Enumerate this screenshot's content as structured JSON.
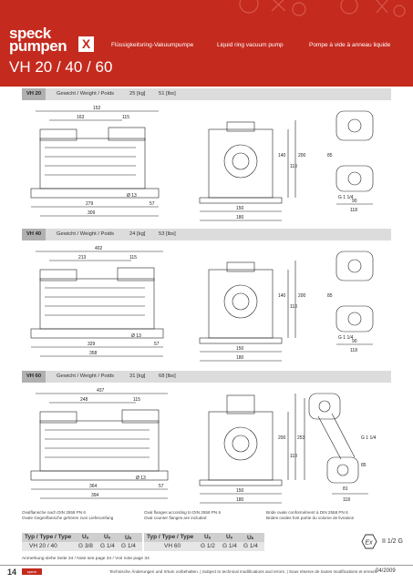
{
  "header": {
    "brand_line1": "speck",
    "brand_line2": "pumpen",
    "brand_mark": "X",
    "label_de": "Flüssigkeitsring-Vakuumpumpe",
    "label_en": "Liquid ring vacuum pump",
    "label_fr": "Pompe à vide à anneau liquide",
    "title": "VH 20 / 40 / 60",
    "accent_color": "#c42a1e"
  },
  "sections": [
    {
      "model": "VH 20",
      "weight_label": "Gewicht / Weight / Poids",
      "kg": "25 [kg]",
      "lbs": "51 [lbs]",
      "dims": {
        "top": "152",
        "w1": "163",
        "w2": "115",
        "b1": "279",
        "b2": "309",
        "b3": "57",
        "s": "Ø 13",
        "r": "180",
        "r2": "150",
        "h1": "200",
        "h2": "110",
        "h3": "140",
        "p": "G 1 1/4",
        "q": "90",
        "q2": "118",
        "q3": "85"
      }
    },
    {
      "model": "VH 40",
      "weight_label": "Gewicht / Weight / Poids",
      "kg": "24 [kg]",
      "lbs": "53 [lbs]",
      "dims": {
        "top": "402",
        "w1": "213",
        "w2": "115",
        "b1": "329",
        "b2": "358",
        "b3": "57",
        "s": "Ø 13",
        "r": "180",
        "r2": "150",
        "h1": "200",
        "h2": "110",
        "h3": "140",
        "p": "G 1 1/4",
        "q": "90",
        "q2": "118",
        "q3": "85"
      }
    },
    {
      "model": "VH 60",
      "weight_label": "Gewicht / Weight / Poids",
      "kg": "31 [kg]",
      "lbs": "68 [lbs]",
      "dims": {
        "top": "437",
        "w1": "248",
        "w2": "115",
        "b1": "364",
        "b2": "394",
        "b3": "57",
        "s": "Ø 13",
        "r": "180",
        "r2": "150",
        "h1": "200",
        "h2": "253",
        "h3": "110",
        "p": "G 1 1/4",
        "q": "81",
        "q2": "118",
        "q3": "85"
      }
    }
  ],
  "notes": {
    "de1": "Ovalflansche nach DIN 2558 PN 6",
    "de2": "Ovale Gegenflansche gehören zum Lieferumfang",
    "en1": "Oval flanges according to DIN 2558 PN 6",
    "en2": "Oval counter flanges are included",
    "fr1": "Bride ovale conformément à DIN 2558 PN 6",
    "fr2": "Brides ovales font partie du volume de livraison"
  },
  "table_left": {
    "headers": [
      "Typ / Type / Type",
      "Uₐ",
      "Uₑ",
      "Uₖ"
    ],
    "rows": [
      [
        "VH 20 / 40",
        "G 3/8",
        "G 1/4",
        "G 1/4"
      ]
    ]
  },
  "table_right": {
    "headers": [
      "Typ / Type / Type",
      "Uₐ",
      "Uₑ",
      "Uₖ"
    ],
    "rows": [
      [
        "VH 60",
        "G 1/2",
        "G 1/4",
        "G 1/4"
      ]
    ]
  },
  "ex_label": "II 1/2 G",
  "remark": "Anmerkung siehe Seite 34 / Note see page 34 / Voir note page 34",
  "footer": {
    "page": "14",
    "mini_logo": "speck",
    "disclaimer": "Technische Änderungen und Irrtum vorbehalten. | Subject to technical modifications and errors. | Sous réserve de toutes modifications et erreurs.",
    "date": "04/2009"
  }
}
